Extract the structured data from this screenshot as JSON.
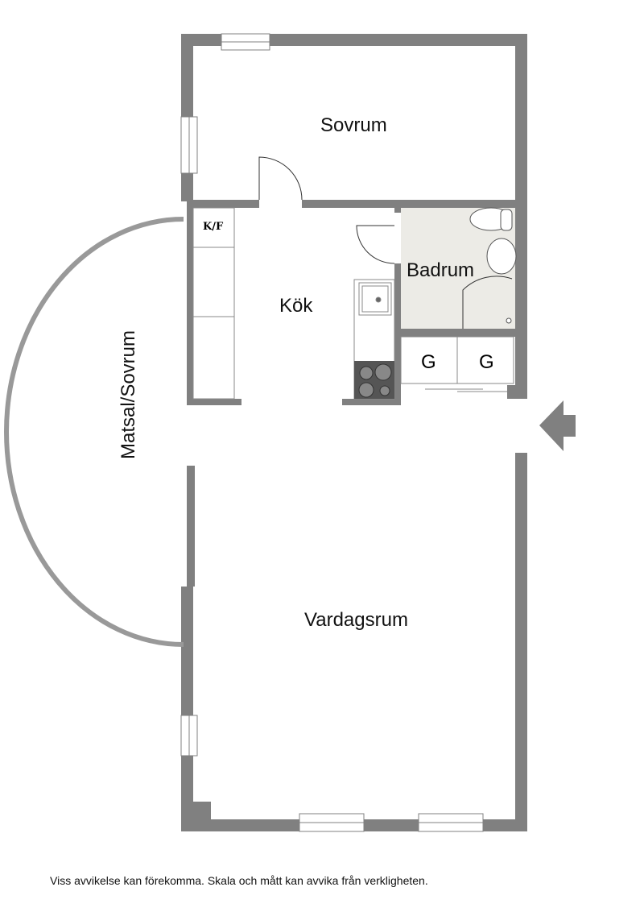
{
  "rooms": {
    "sovrum": "Sovrum",
    "kok": "Kök",
    "badrum": "Badrum",
    "matsal": "Matsal/Sovrum",
    "vardagsrum": "Vardagsrum"
  },
  "fixtures": {
    "fridge_freezer": "K/F",
    "closet_1": "G",
    "closet_2": "G"
  },
  "colors": {
    "wall": "#808080",
    "bathroom_floor": "#ecebe6",
    "stove": "#555555"
  },
  "disclaimer": "Viss avvikelse kan förekomma. Skala och mått kan avvika från verkligheten."
}
